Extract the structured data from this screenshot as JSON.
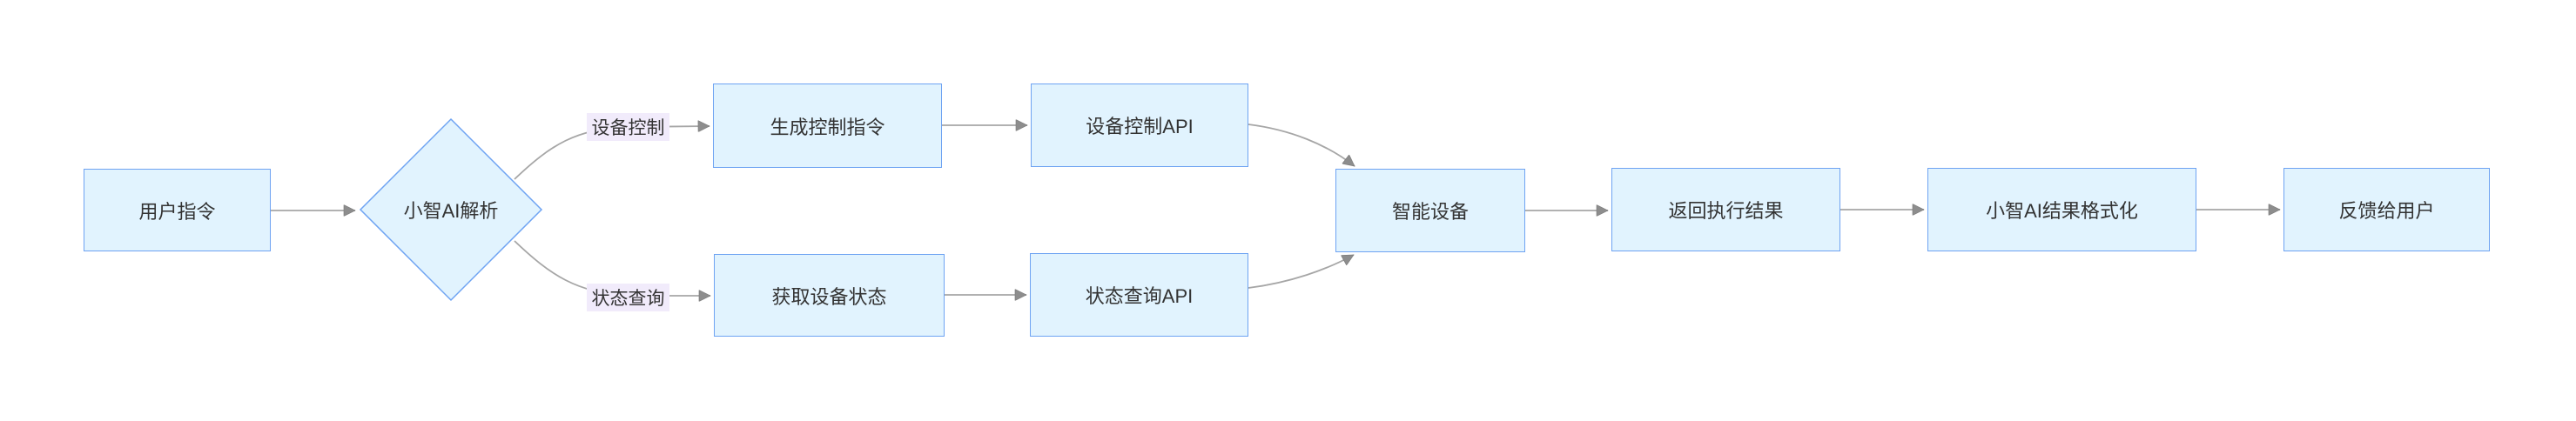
{
  "diagram": {
    "type": "flowchart",
    "direction": "left-to-right",
    "nodes": [
      {
        "id": "user-command",
        "label": "用户指令",
        "shape": "rect"
      },
      {
        "id": "xiaozhi-ai-parse",
        "label": "小智AI解析",
        "shape": "diamond"
      },
      {
        "id": "generate-control",
        "label": "生成控制指令",
        "shape": "rect"
      },
      {
        "id": "device-control-api",
        "label": "设备控制API",
        "shape": "rect"
      },
      {
        "id": "get-device-status",
        "label": "获取设备状态",
        "shape": "rect"
      },
      {
        "id": "status-query-api",
        "label": "状态查询API",
        "shape": "rect"
      },
      {
        "id": "smart-device",
        "label": "智能设备",
        "shape": "rect"
      },
      {
        "id": "return-result",
        "label": "返回执行结果",
        "shape": "rect"
      },
      {
        "id": "xiaozhi-format",
        "label": "小智AI结果格式化",
        "shape": "rect"
      },
      {
        "id": "feedback-user",
        "label": "反馈给用户",
        "shape": "rect"
      }
    ],
    "edges": [
      {
        "from": "user-command",
        "to": "xiaozhi-ai-parse",
        "label": ""
      },
      {
        "from": "xiaozhi-ai-parse",
        "to": "generate-control",
        "label": "设备控制"
      },
      {
        "from": "xiaozhi-ai-parse",
        "to": "get-device-status",
        "label": "状态查询"
      },
      {
        "from": "generate-control",
        "to": "device-control-api",
        "label": ""
      },
      {
        "from": "get-device-status",
        "to": "status-query-api",
        "label": ""
      },
      {
        "from": "device-control-api",
        "to": "smart-device",
        "label": ""
      },
      {
        "from": "status-query-api",
        "to": "smart-device",
        "label": ""
      },
      {
        "from": "smart-device",
        "to": "return-result",
        "label": ""
      },
      {
        "from": "return-result",
        "to": "xiaozhi-format",
        "label": ""
      },
      {
        "from": "xiaozhi-format",
        "to": "feedback-user",
        "label": ""
      }
    ],
    "colors": {
      "background": "#ffffff",
      "node_fill": "#e1f3fe",
      "node_border": "#6ea3f2",
      "node_text": "#333333",
      "edge_line": "#a6a6a6",
      "arrowhead": "#8d8d8d",
      "edge_label_background": "#f1ebfb",
      "edge_label_text": "#333333"
    }
  }
}
